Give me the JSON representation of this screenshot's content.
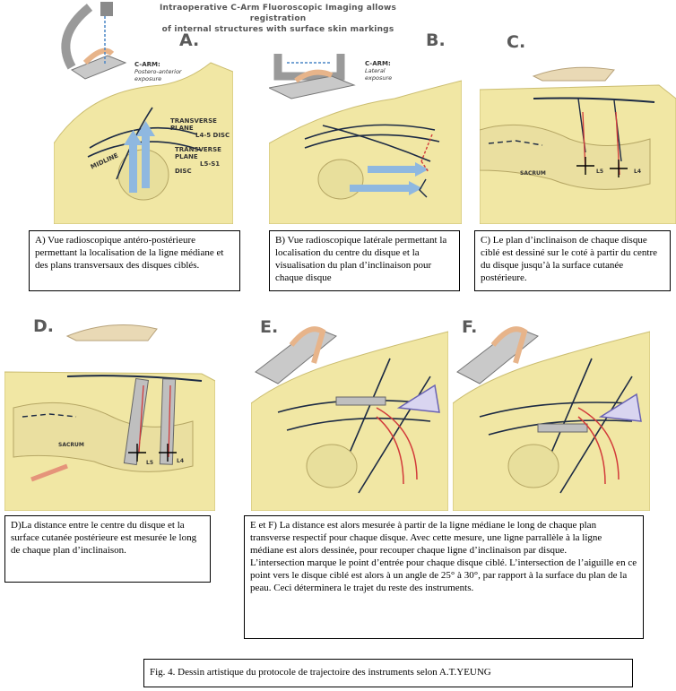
{
  "header": {
    "line1": "Intraoperative C-Arm Fluoroscopic Imaging allows registration",
    "line2": "of internal structures with surface skin markings"
  },
  "panels": {
    "A": {
      "letter": "A.",
      "carm_label": "C-ARM:",
      "carm_sub": "Postero-anterior exposure",
      "plane1": "TRANSVERSE PLANE",
      "plane1_sub": "L4-5 DISC",
      "plane2": "TRANSVERSE PLANE",
      "plane2_sub": "L5-S1 DISC",
      "midline": "MIDLINE"
    },
    "B": {
      "letter": "B.",
      "carm_label": "C-ARM:",
      "carm_sub": "Lateral exposure"
    },
    "C": {
      "letter": "C.",
      "sacrum": "SACRUM",
      "l5": "L5",
      "l4": "L4"
    },
    "D": {
      "letter": "D.",
      "sacrum": "SACRUM",
      "l5": "L5",
      "l4": "L4"
    },
    "E": {
      "letter": "E."
    },
    "F": {
      "letter": "F."
    }
  },
  "captions": {
    "A": "A) Vue radioscopique antéro-postérieure permettant la localisation de la ligne médiane et des plans transversaux des disques ciblés.",
    "B": "B)  Vue radioscopique latérale permettant la localisation du centre du disque et la visualisation du plan d’inclinaison pour chaque disque",
    "C": "C)  Le plan d’inclinaison de chaque disque ciblé est dessiné sur le coté à partir du centre du disque jusqu’à la surface cutanée postérieure.",
    "D": "D)La distance entre le centre du disque et  la surface cutanée postérieure est mesurée le long de chaque plan d’inclinaison.",
    "EF_p1": "E et F)  La distance est alors mesurée à partir de la ligne médiane le long de chaque plan transverse respectif pour chaque disque. Avec cette mesure, une ligne parrallèle à la ligne médiane est alors dessinée, pour recouper chaque ligne d’inclinaison par disque.",
    "EF_p2": "L’intersection marque le point d’entrée pour chaque disque ciblé. L’intersection de l’aiguille en ce point vers le disque ciblé est alors à un angle de 25° à 30°, par rapport à la surface du plan de la peau. Ceci déterminera le trajet du reste des instruments.",
    "fig": "Fig. 4. Dessin artistique du protocole de trajectoire des instruments selon A.T.YEUNG"
  },
  "colors": {
    "skin": "#f1e7a4",
    "skin_edge": "#cbbd70",
    "arrow_blue": "#8fb8e0",
    "needle_red": "#d23a3a",
    "line_dark": "#1c2a44",
    "triangle": "#6a63b3"
  }
}
